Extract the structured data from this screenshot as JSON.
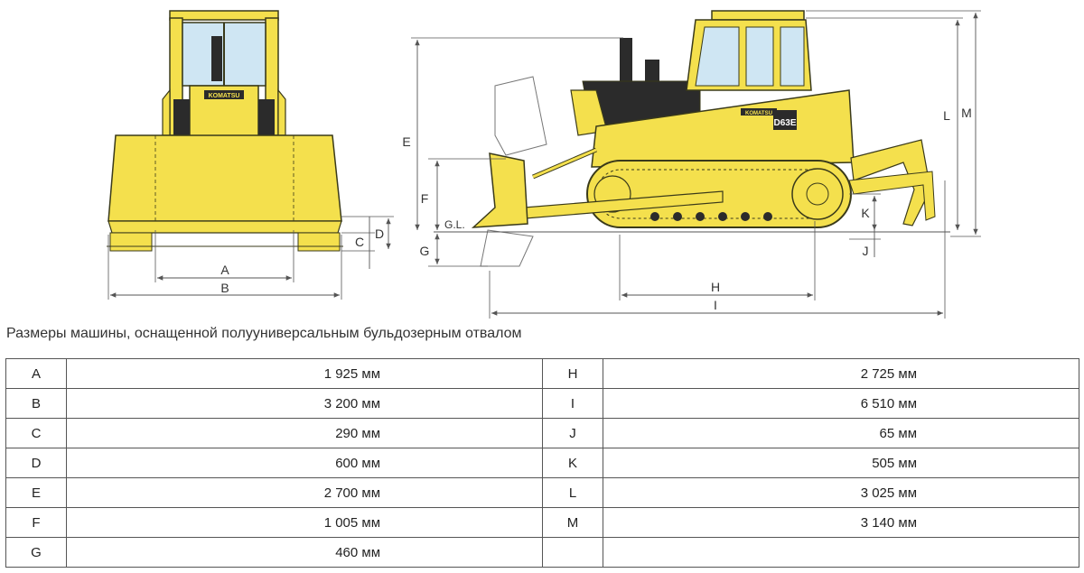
{
  "drawing": {
    "front_view": {
      "brand": "KOMATSU",
      "dimension_labels": [
        "A",
        "B",
        "C",
        "D"
      ]
    },
    "side_view": {
      "brand": "KOMATSU",
      "model_badge": "D63E",
      "ground_line_label": "G.L.",
      "dimension_labels": [
        "E",
        "F",
        "G",
        "H",
        "I",
        "J",
        "K",
        "L",
        "M"
      ]
    },
    "colors": {
      "machine_yellow": "#f4e04d",
      "outline": "#3a3a1a",
      "dark_parts": "#2b2b2b",
      "glass": "#cfe6f3",
      "dimension_lines": "#555555"
    }
  },
  "caption": "Размеры машины, оснащенной полууниверсальным бульдозерным отвалом",
  "table": {
    "rows": [
      {
        "left_label": "A",
        "left_value": "1 925 мм",
        "right_label": "H",
        "right_value": "2 725 мм"
      },
      {
        "left_label": "B",
        "left_value": "3 200 мм",
        "right_label": "I",
        "right_value": "6 510 мм"
      },
      {
        "left_label": "C",
        "left_value": "290 мм",
        "right_label": "J",
        "right_value": "65 мм"
      },
      {
        "left_label": "D",
        "left_value": "600 мм",
        "right_label": "K",
        "right_value": "505 мм"
      },
      {
        "left_label": "E",
        "left_value": "2 700 мм",
        "right_label": "L",
        "right_value": "3 025 мм"
      },
      {
        "left_label": "F",
        "left_value": "1 005 мм",
        "right_label": "M",
        "right_value": "3 140 мм"
      },
      {
        "left_label": "G",
        "left_value": "460 мм",
        "right_label": "",
        "right_value": ""
      }
    ]
  }
}
